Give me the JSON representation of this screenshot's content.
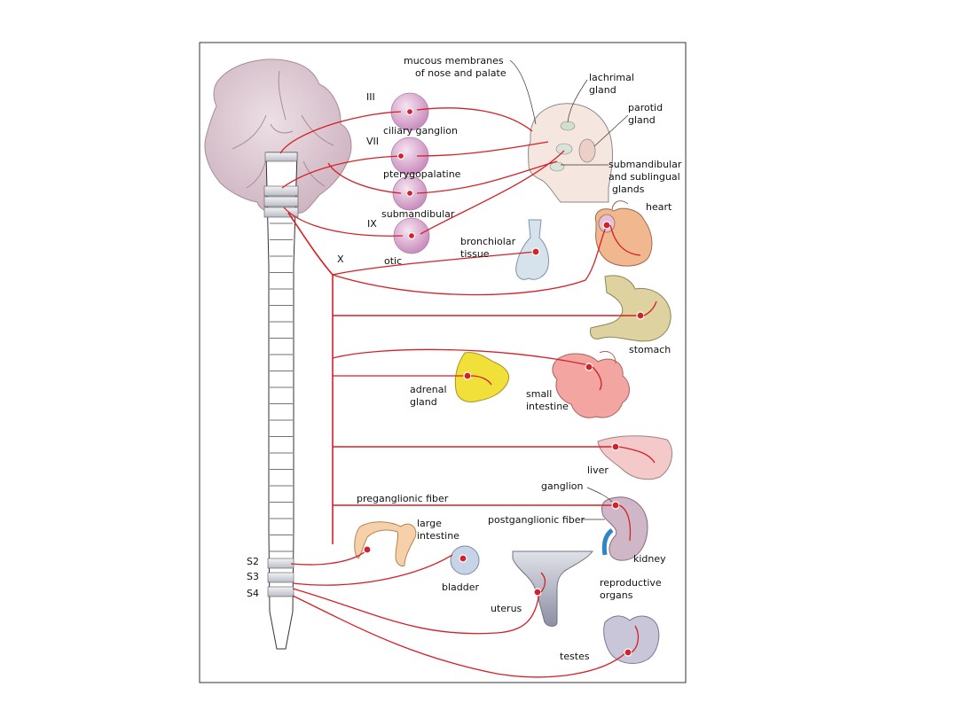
{
  "cranial_nerves": {
    "III": "III",
    "VII": "VII",
    "IX": "IX",
    "X": "X"
  },
  "ganglia": {
    "ciliary": "ciliary ganglion",
    "pterygopalatine": "pterygopalatine",
    "submandibular": "submandibular",
    "otic": "otic"
  },
  "targets": {
    "mucous_line1": "mucous membranes",
    "mucous_line2": "of nose and palate",
    "lachrimal_line1": "lachrimal",
    "lachrimal_line2": "gland",
    "parotid_line1": "parotid",
    "parotid_line2": "gland",
    "submandibular_line1": "submandibular",
    "submandibular_line2": "and sublingual",
    "submandibular_line3": "glands",
    "heart": "heart",
    "bronchiolar_line1": "bronchiolar",
    "bronchiolar_line2": "tissue",
    "stomach": "stomach",
    "adrenal_line1": "adrenal",
    "adrenal_line2": "gland",
    "small_intestine_line1": "small",
    "small_intestine_line2": "intestine",
    "liver": "liver",
    "ganglion": "ganglion",
    "preganglionic": "preganglionic fiber",
    "postganglionic": "postganglionic fiber",
    "kidney": "kidney",
    "large_intestine_line1": "large",
    "large_intestine_line2": "intestine",
    "bladder": "bladder",
    "reproductive_line1": "reproductive",
    "reproductive_line2": "organs",
    "uterus": "uterus",
    "testes": "testes"
  },
  "sacral": {
    "s2": "S2",
    "s3": "S3",
    "s4": "S4"
  },
  "colors": {
    "nerve": "#d42027",
    "ganglion": "#d9a6cf",
    "brain": "#d8c3cd"
  }
}
